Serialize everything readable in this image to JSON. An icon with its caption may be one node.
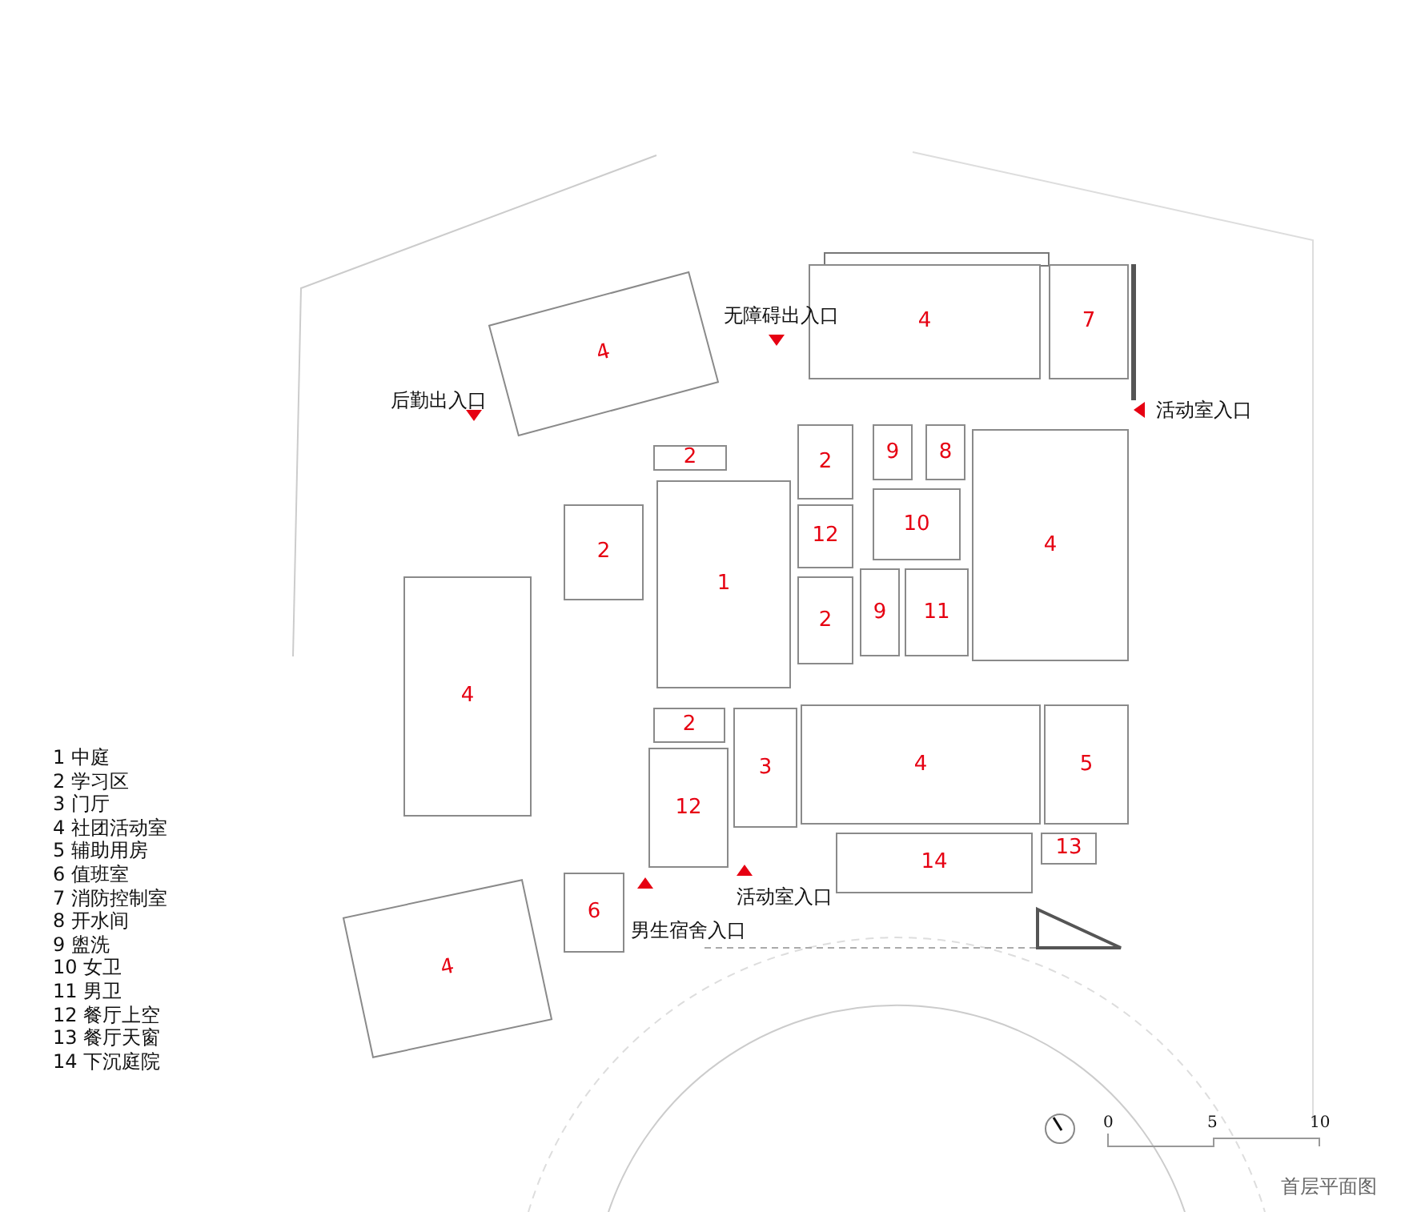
{
  "diagram": {
    "caption": "首层平面图",
    "nodes": [
      {
        "text": [
          "4"
        ]
      },
      {
        "text": [
          "4"
        ]
      },
      {
        "text": [
          "7"
        ]
      },
      {
        "text": [
          "2"
        ]
      },
      {
        "text": [
          "2"
        ]
      },
      {
        "text": [
          "9"
        ]
      },
      {
        "text": [
          "8"
        ]
      },
      {
        "text": [
          "2"
        ]
      },
      {
        "text": [
          "12"
        ]
      },
      {
        "text": [
          "10"
        ]
      },
      {
        "text": [
          "4"
        ]
      },
      {
        "text": [
          "1"
        ]
      },
      {
        "text": [
          "2"
        ]
      },
      {
        "text": [
          "9"
        ]
      },
      {
        "text": [
          "11"
        ]
      },
      {
        "text": [
          "4"
        ]
      },
      {
        "text": [
          "2"
        ]
      },
      {
        "text": [
          "3"
        ]
      },
      {
        "text": [
          "4"
        ]
      },
      {
        "text": [
          "5"
        ]
      },
      {
        "text": [
          "12"
        ]
      },
      {
        "text": [
          "13"
        ]
      },
      {
        "text": [
          "14"
        ]
      },
      {
        "text": [
          "6"
        ]
      },
      {
        "text": [
          "4"
        ]
      }
    ],
    "edges": [],
    "labels": [
      "无障碍出入口",
      "后勤出入口",
      "活动室入口",
      "活动室入口",
      "男生宿舍入口",
      "1 中庭",
      "2 学习区",
      "3 门厅",
      "4 社团活动室",
      "5 辅助用房",
      "6 值班室",
      "7 消防控制室",
      "8 开水间",
      "9 盥洗",
      "10 女卫",
      "11 男卫",
      "12 餐厅上空",
      "13 餐厅天窗",
      "14 下沉庭院",
      "0",
      "5",
      "10"
    ]
  }
}
